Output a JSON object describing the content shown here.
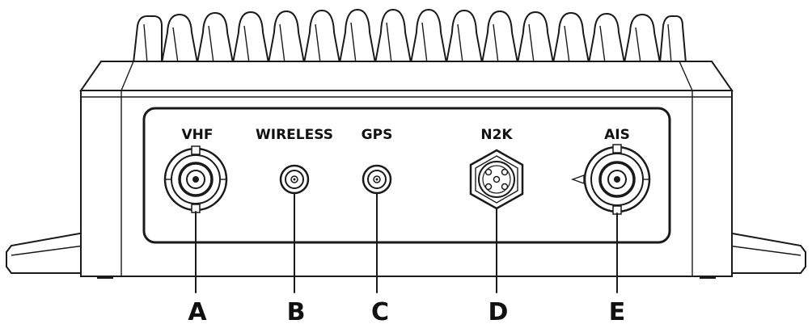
{
  "ports": [
    {
      "label": "VHF",
      "callout": "A",
      "connector": "bnc-connector"
    },
    {
      "label": "WIRELESS",
      "callout": "B",
      "connector": "sma-connector"
    },
    {
      "label": "GPS",
      "callout": "C",
      "connector": "sma-connector"
    },
    {
      "label": "N2K",
      "callout": "D",
      "connector": "nmea2000-connector"
    },
    {
      "label": "AIS",
      "callout": "E",
      "connector": "bnc-connector"
    }
  ]
}
